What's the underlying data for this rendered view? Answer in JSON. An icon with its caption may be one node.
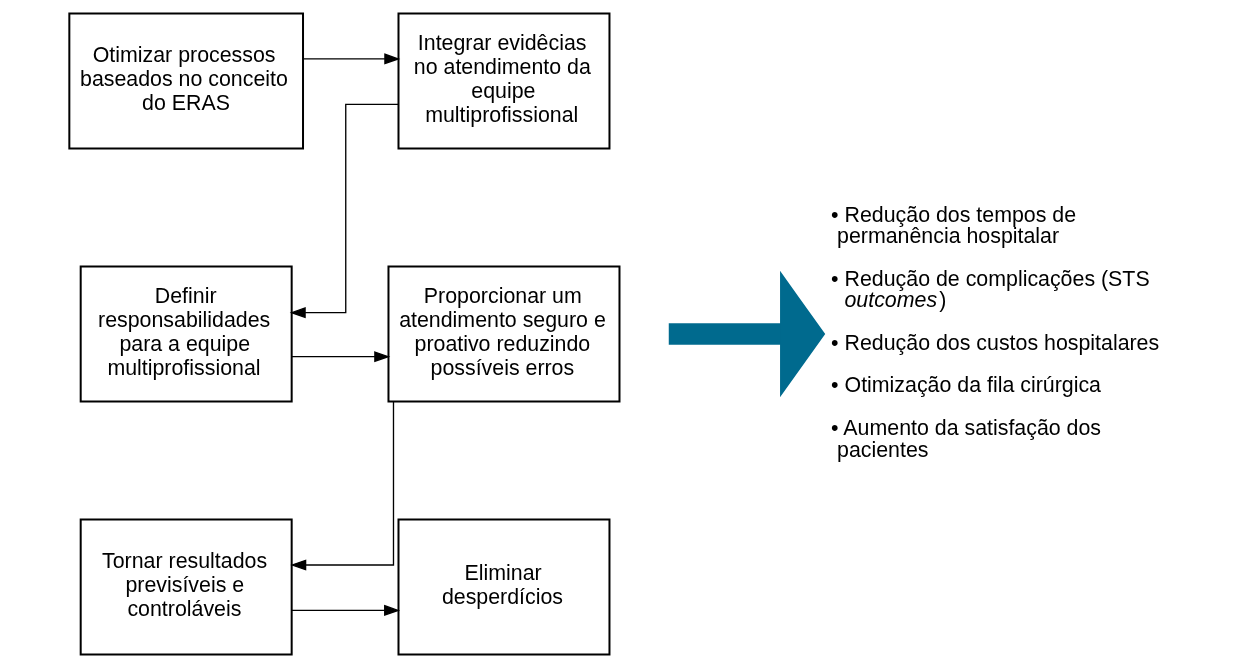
{
  "diagram": {
    "nodes": [
      {
        "text": [
          "Otimizar processos baseados no conceito do ERAS"
        ]
      },
      {
        "text": [
          "Integrar evidêcias no atendimento da equipe multiprofissional"
        ]
      },
      {
        "text": [
          "Definir responsabilidades para a equipe multiprofissional"
        ]
      },
      {
        "text": [
          "Proporcionar um atendimento seguro e proativo reduzindo possíveis erros"
        ]
      },
      {
        "text": [
          "Tornar resultados previsíveis e controláveis"
        ]
      },
      {
        "text": [
          "Eliminar desperdícios"
        ]
      },
      {
        "text": [
          "• Redução dos tempos de permanência hospitalar",
          "• Redução de complicações (STS *outcomes*)",
          "• Redução dos custos hospitalares",
          "• Otimização da fila cirúrgica",
          "• Aumento da satisfação dos pacientes"
        ]
      }
    ],
    "edges": [
      {
        "from": 0,
        "to": 1,
        "arrow": "to"
      },
      {
        "from": 1,
        "to": 2,
        "arrow": "to"
      },
      {
        "from": 2,
        "to": 3,
        "arrow": "to"
      },
      {
        "from": 3,
        "to": 4,
        "arrow": "to"
      },
      {
        "from": 4,
        "to": 5,
        "arrow": "to"
      },
      {
        "from": null,
        "to": 6,
        "arrow": "to",
        "style": "thick",
        "color": "#006a8e"
      }
    ]
  }
}
